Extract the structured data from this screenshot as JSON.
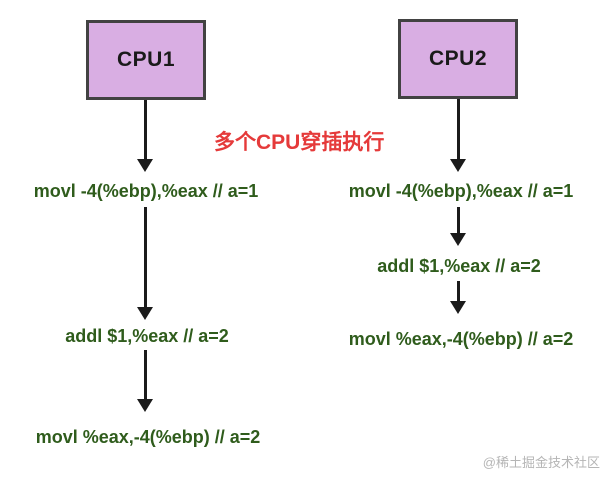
{
  "diagram": {
    "title_annotation": "多个CPU穿插执行",
    "cpu1": {
      "label": "CPU1",
      "instructions": [
        "movl -4(%ebp),%eax // a=1",
        "addl $1,%eax // a=2",
        "movl %eax,-4(%ebp) // a=2"
      ]
    },
    "cpu2": {
      "label": "CPU2",
      "instructions": [
        "movl -4(%ebp),%eax // a=1",
        "addl $1,%eax // a=2",
        "movl %eax,-4(%ebp) // a=2"
      ]
    },
    "watermark": "@稀土掘金技术社区"
  },
  "colors": {
    "box_fill": "#d9aee3",
    "box_border": "#424242",
    "instruction": "#2f5c1c",
    "annotation": "#e53a3a",
    "arrow": "#1b1b1b",
    "watermark": "#b5b5b5",
    "background": "#ffffff"
  }
}
